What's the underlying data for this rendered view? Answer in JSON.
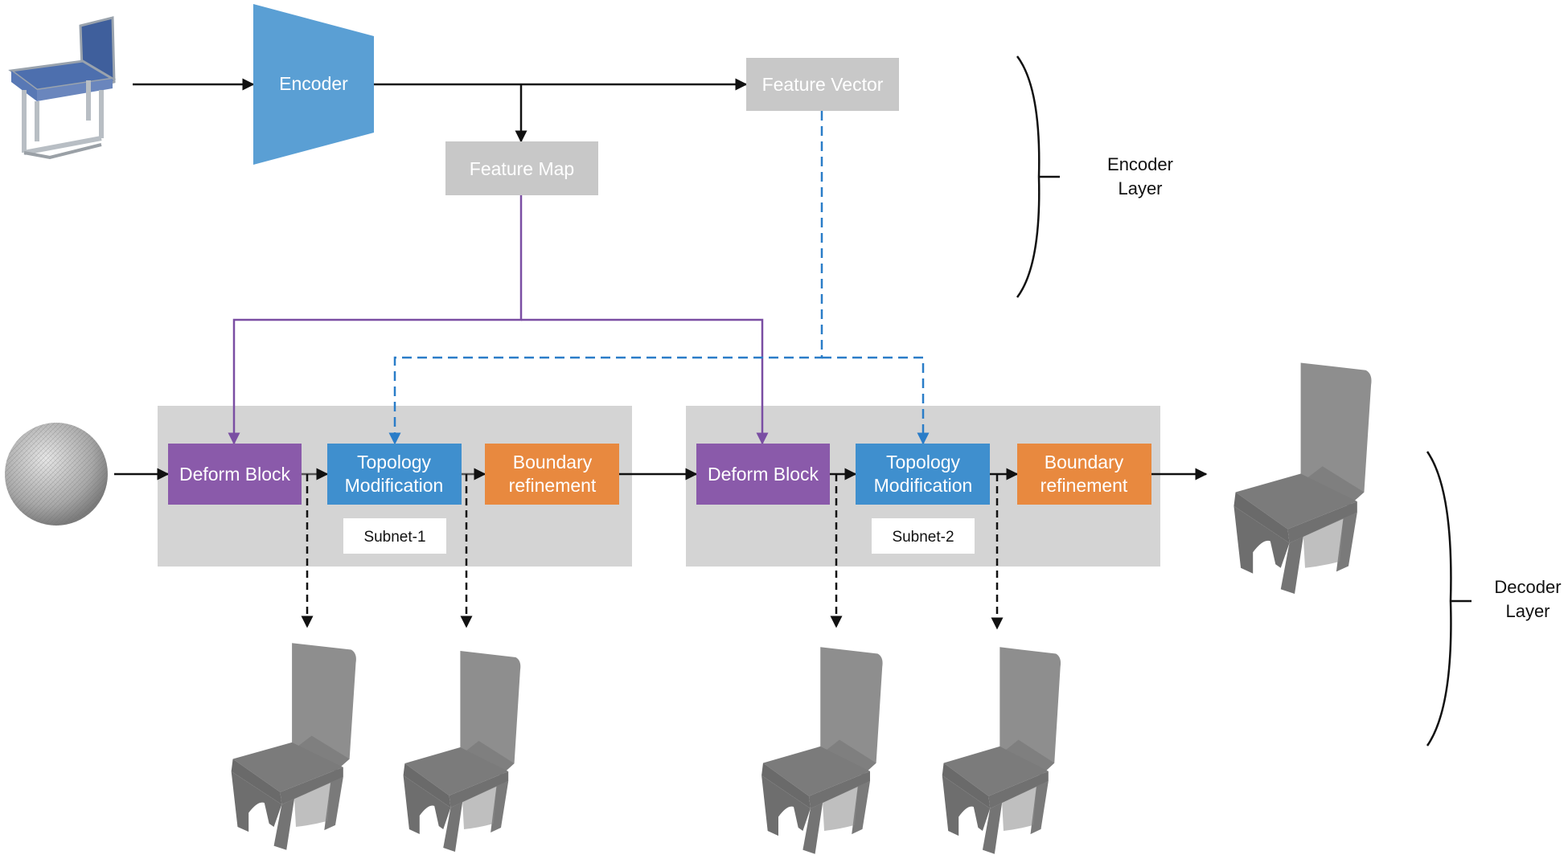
{
  "encoder": {
    "label": "Encoder"
  },
  "feature_vector": {
    "label": "Feature Vector"
  },
  "feature_map": {
    "label": "Feature Map"
  },
  "subnets": [
    {
      "label": "Subnet-1",
      "deform": {
        "label": "Deform Block"
      },
      "topology": {
        "line1": "Topology",
        "line2": "Modification"
      },
      "boundary": {
        "line1": "Boundary",
        "line2": "refinement"
      }
    },
    {
      "label": "Subnet-2",
      "deform": {
        "label": "Deform Block"
      },
      "topology": {
        "line1": "Topology",
        "line2": "Modification"
      },
      "boundary": {
        "line1": "Boundary",
        "line2": "refinement"
      }
    }
  ],
  "encoder_layer": {
    "line1": "Encoder",
    "line2": "Layer"
  },
  "decoder_layer": {
    "line1": "Decoder",
    "line2": "Layer"
  },
  "colors": {
    "encoder": "#5a9fd4",
    "feature_box": "#c8c8c8",
    "subnet_panel": "#d4d4d4",
    "deform": "#8a5aaa",
    "topology": "#3f8fce",
    "boundary": "#e8893f",
    "purple_line": "#7a4ea3",
    "blue_dashed": "#2a7dc8"
  },
  "icons": [
    "input-chair-image",
    "sphere-mesh-icon",
    "output-chair-render",
    "intermediate-chair-render"
  ]
}
